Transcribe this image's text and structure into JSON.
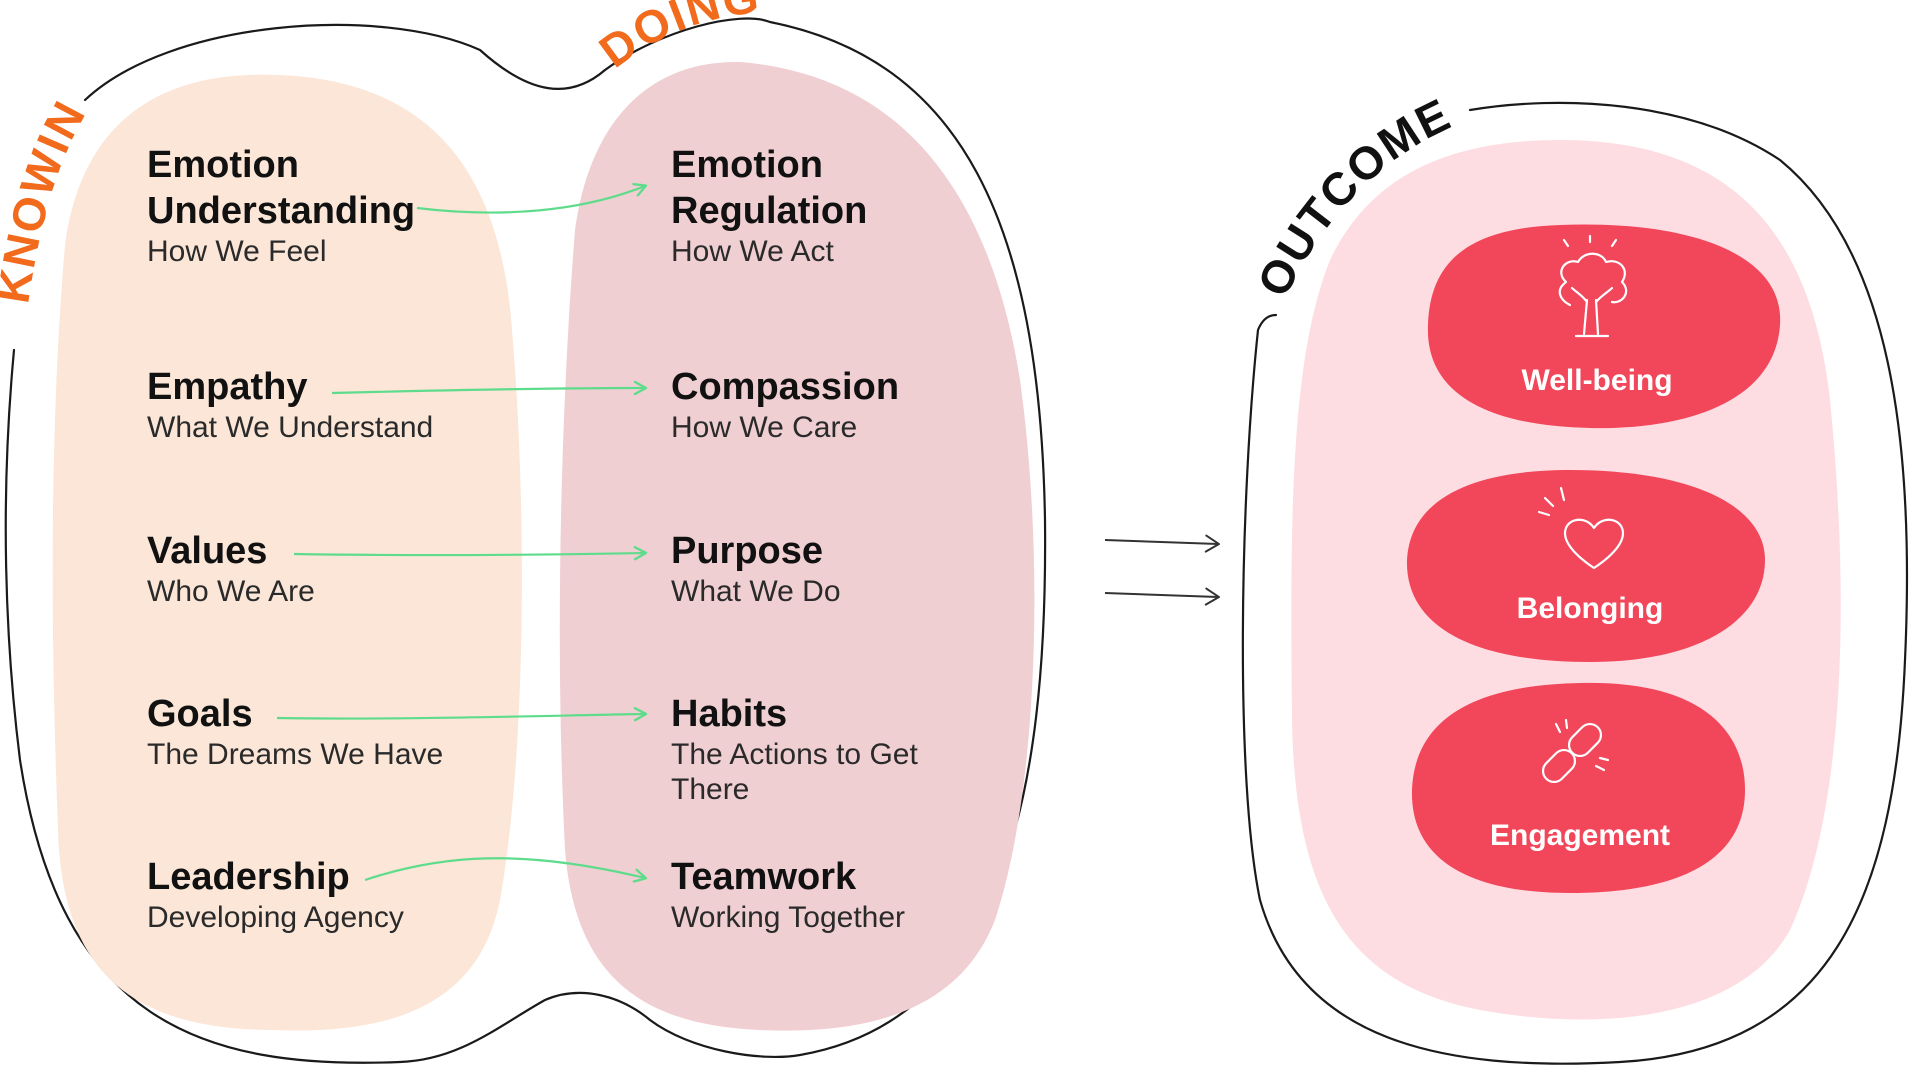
{
  "colors": {
    "knowing_fill": "#fbe6d8",
    "doing_fill": "#f0cfd3",
    "outcomes_fill": "#fddde2",
    "outcome_blob": "#f2465a",
    "label_orange": "#f26a1b",
    "arrow_green": "#5fdc8b",
    "outline": "#1a1a1a"
  },
  "sections": {
    "knowing": "KNOWING",
    "doing": "DOING",
    "outcomes": "OUTCOMES"
  },
  "knowing_items": [
    {
      "title": "Emotion Understanding",
      "subtitle": "How We Feel"
    },
    {
      "title": "Empathy",
      "subtitle": "What We Understand"
    },
    {
      "title": "Values",
      "subtitle": "Who We Are"
    },
    {
      "title": "Goals",
      "subtitle": "The Dreams We Have"
    },
    {
      "title": "Leadership",
      "subtitle": "Developing Agency"
    }
  ],
  "doing_items": [
    {
      "title": "Emotion Regulation",
      "subtitle": "How We Act"
    },
    {
      "title": "Compassion",
      "subtitle": "How We Care"
    },
    {
      "title": "Purpose",
      "subtitle": "What We Do"
    },
    {
      "title": "Habits",
      "subtitle": "The Actions to Get There"
    },
    {
      "title": "Teamwork",
      "subtitle": "Working Together"
    }
  ],
  "outcomes": [
    {
      "label": "Well-being",
      "icon": "tree-icon"
    },
    {
      "label": "Belonging",
      "icon": "heart-icon"
    },
    {
      "label": "Engagement",
      "icon": "chain-link-icon"
    }
  ]
}
